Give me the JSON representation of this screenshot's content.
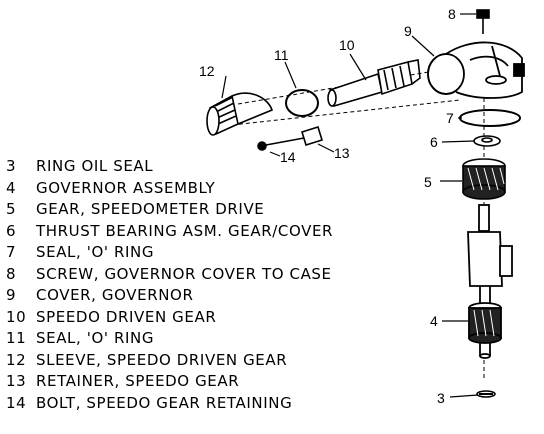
{
  "legend": [
    {
      "number": "3",
      "text": "RING OIL SEAL"
    },
    {
      "number": "4",
      "text": "GOVERNOR ASSEMBLY"
    },
    {
      "number": "5",
      "text": "GEAR, SPEEDOMETER DRIVE"
    },
    {
      "number": "6",
      "text": "THRUST BEARING ASM. GEAR/COVER"
    },
    {
      "number": "7",
      "text": "SEAL, 'O' RING"
    },
    {
      "number": "8",
      "text": "SCREW, GOVERNOR COVER TO CASE"
    },
    {
      "number": "9",
      "text": "COVER, GOVERNOR"
    },
    {
      "number": "10",
      "text": "SPEEDO DRIVEN GEAR"
    },
    {
      "number": "11",
      "text": "SEAL, 'O' RING"
    },
    {
      "number": "12",
      "text": "SLEEVE, SPEEDO DRIVEN GEAR"
    },
    {
      "number": "13",
      "text": "RETAINER, SPEEDO GEAR"
    },
    {
      "number": "14",
      "text": "BOLT, SPEEDO GEAR RETAINING"
    }
  ],
  "callouts": {
    "c3": "3",
    "c4": "4",
    "c5": "5",
    "c6": "6",
    "c7": "7",
    "c8": "8",
    "c9": "9",
    "c10": "10",
    "c11": "11",
    "c12": "12",
    "c13": "13",
    "c14": "14"
  }
}
